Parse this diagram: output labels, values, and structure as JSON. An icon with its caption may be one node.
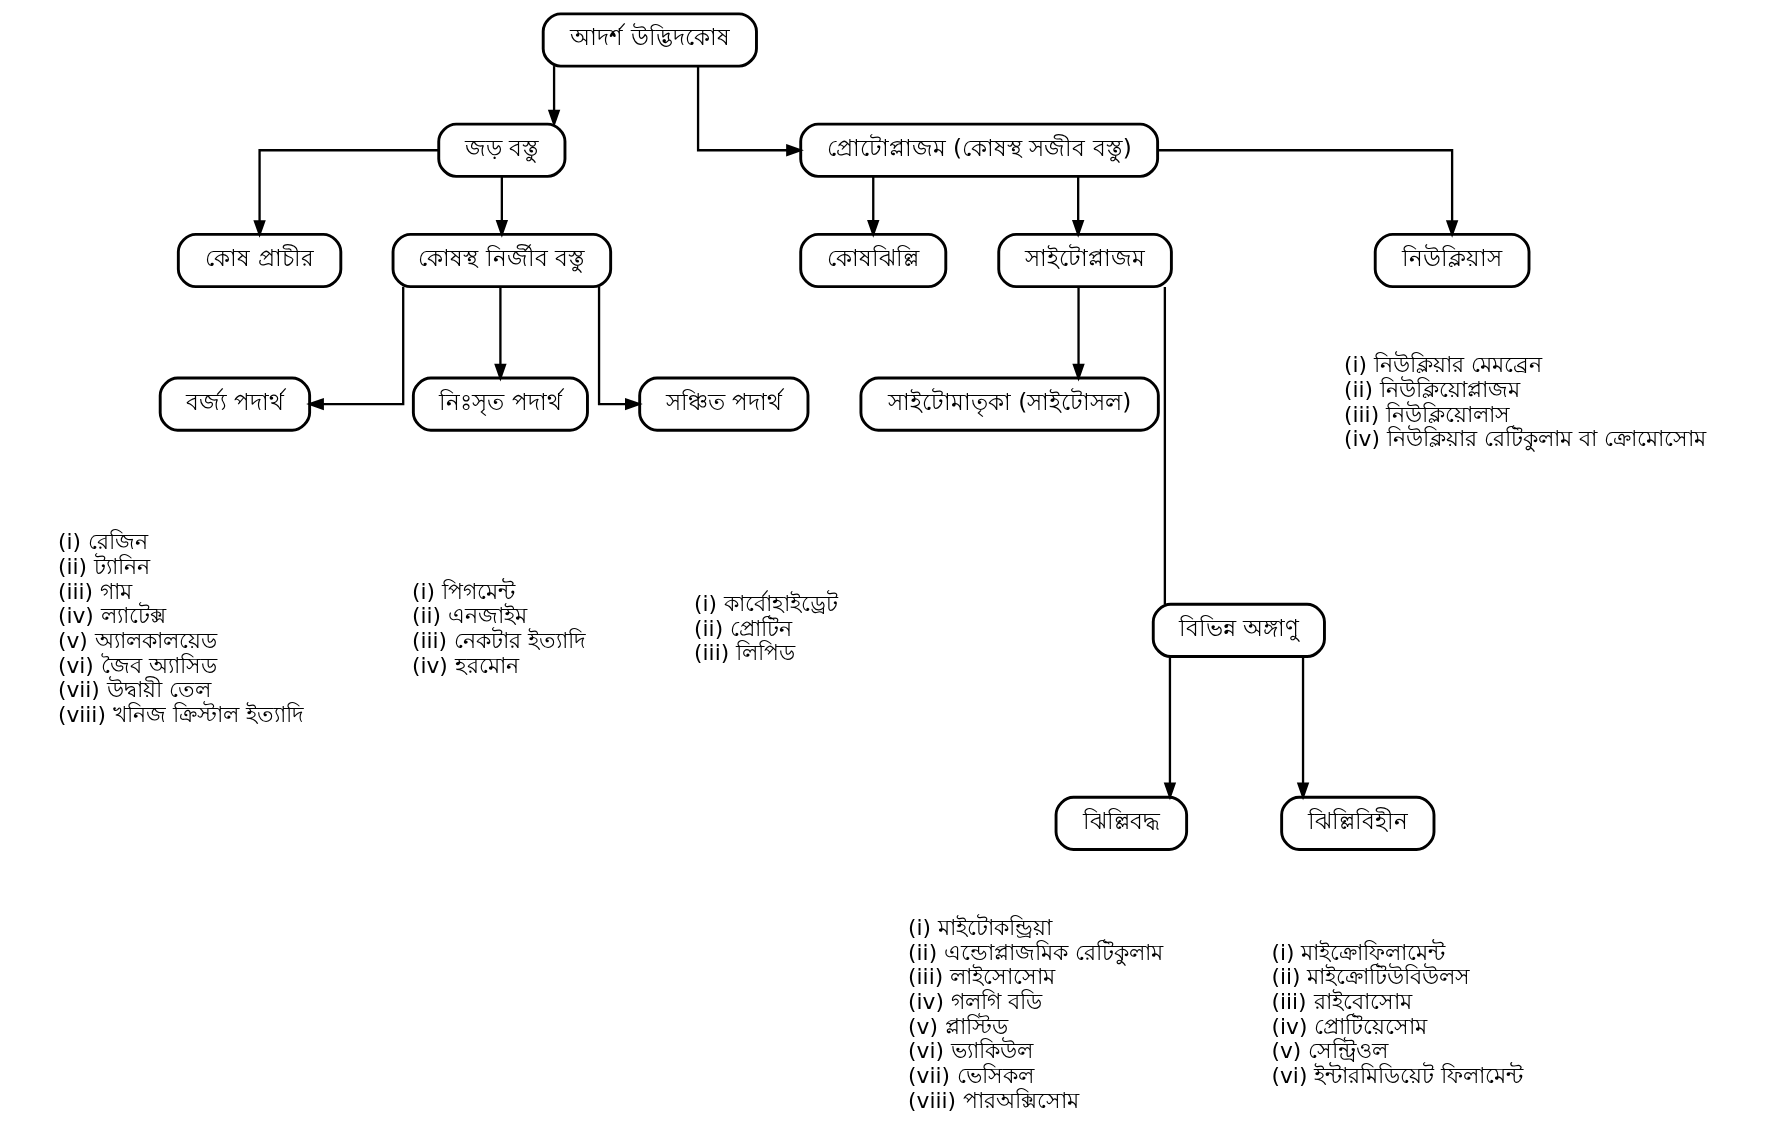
{
  "diagram": {
    "nodes": [
      {
        "text": [
          "আদর্শ উদ্ভিদকোষ"
        ]
      },
      {
        "text": [
          "জড় বস্তু"
        ]
      },
      {
        "text": [
          "প্রোটোপ্লাজম (কোষস্থ সজীব বস্তু)"
        ]
      },
      {
        "text": [
          "কোষ প্রাচীর"
        ]
      },
      {
        "text": [
          "কোষস্থ নির্জীব বস্তু"
        ]
      },
      {
        "text": [
          "কোষঝিল্লি"
        ]
      },
      {
        "text": [
          "সাইটোপ্লাজম"
        ]
      },
      {
        "text": [
          "নিউক্লিয়াস"
        ],
        "beside": [
          "(i) নিউক্লিয়ার মেমব্রেন",
          "(ii) নিউক্লিয়োপ্লাজম",
          "(iii) নিউক্লিয়োলাস",
          "(iv) নিউক্লিয়ার রেটিকুলাম বা ক্রোমোসোম"
        ]
      },
      {
        "text": [
          "বর্জ্য পদার্থ"
        ],
        "beside": [
          "(i) রেজিন",
          "(ii) ট্যানিন",
          "(iii) গাম",
          "(iv) ল্যাটেক্স",
          "(v) অ্যালকালয়েড",
          "(vi) জৈব অ্যাসিড",
          "(vii) উদ্বায়ী তেল",
          "(viii) খনিজ ক্রিস্টাল ইত্যাদি"
        ]
      },
      {
        "text": [
          "নিঃসৃত পদার্থ"
        ],
        "beside": [
          "(i) পিগমেন্ট",
          "(ii) এনজাইম",
          "(iii) নেকটার ইত্যাদি",
          "(iv) হরমোন"
        ]
      },
      {
        "text": [
          "সঞ্চিত পদার্থ"
        ],
        "beside": [
          "(i) কার্বোহাইড্রেট",
          "(ii) প্রোটিন",
          "(iii) লিপিড"
        ]
      },
      {
        "text": [
          "সাইটোমাতৃকা (সাইটোসল)"
        ]
      },
      {
        "text": [
          "বিভিন্ন অঙ্গাণু"
        ]
      },
      {
        "text": [
          "ঝিল্লিবদ্ধ"
        ],
        "beside": [
          "(i) মাইটোকন্ড্রিয়া",
          "(ii) এন্ডোপ্লাজমিক রেটিকুলাম",
          "(iii) লাইসোসোম",
          "(iv) গলগি বডি",
          "(v) প্লাস্টিড",
          "(vi) ভ্যাকিউল",
          "(vii) ভেসিকল",
          "(viii) পারঅক্সিসোম"
        ]
      },
      {
        "text": [
          "ঝিল্লিবিহীন"
        ],
        "beside": [
          "(i) মাইক্রোফিলামেন্ট",
          "(ii) মাইক্রোটিউবিউলস",
          "(iii) রাইবোসোম",
          "(iv) প্রোটিয়েসোম",
          "(v) সেন্ট্রিওল",
          "(vi) ইন্টারমিডিয়েট ফিলামেন্ট"
        ]
      }
    ],
    "edges": [
      {
        "from": 0,
        "to": 1,
        "arrow": "to"
      },
      {
        "from": 0,
        "to": 2,
        "arrow": "to"
      },
      {
        "from": 1,
        "to": 3,
        "arrow": "to"
      },
      {
        "from": 1,
        "to": 4,
        "arrow": "to"
      },
      {
        "from": 2,
        "to": 5,
        "arrow": "to"
      },
      {
        "from": 2,
        "to": 6,
        "arrow": "to"
      },
      {
        "from": 2,
        "to": 7,
        "arrow": "to"
      },
      {
        "from": 4,
        "to": 8,
        "arrow": "to"
      },
      {
        "from": 4,
        "to": 9,
        "arrow": "to"
      },
      {
        "from": 4,
        "to": 10,
        "arrow": "to"
      },
      {
        "from": 6,
        "to": 11,
        "arrow": "to"
      },
      {
        "from": 6,
        "to": 12,
        "arrow": "none"
      },
      {
        "from": 12,
        "to": 13,
        "arrow": "to"
      },
      {
        "from": 12,
        "to": 14,
        "arrow": "to"
      }
    ]
  }
}
